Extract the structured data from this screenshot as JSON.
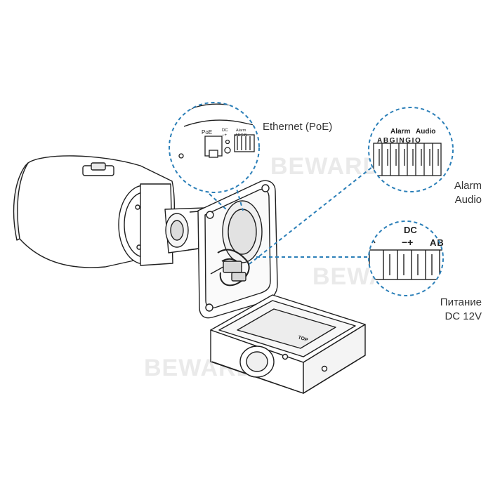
{
  "watermark": "BEWARD",
  "colors": {
    "line": "#1f1f1f",
    "callout": "#2b7fb8",
    "label": "#333333",
    "watermark": "#eaeaea"
  },
  "callouts": {
    "ethernet": {
      "label": "Ethernet (PoE)"
    },
    "alarm": {
      "line1": "Alarm",
      "line2": "Audio"
    },
    "power": {
      "line1": "Питание",
      "line2": "DC 12V"
    }
  },
  "zoom_ethernet": {
    "poe": "PoE",
    "dc": "DC",
    "dc_polarity": "−+",
    "alarm": "Alarm",
    "alarm_pins": "ABGIN"
  },
  "zoom_alarm": {
    "alarm": "Alarm",
    "audio": "Audio",
    "pins": "ABGINGIO"
  },
  "zoom_power": {
    "dc": "DC",
    "polarity": "−+",
    "pins": "AB"
  },
  "junction_box": {
    "top_mark": "TOP"
  },
  "icons": [
    "camera-body-illustration",
    "mount-arm-illustration",
    "junction-box-illustration",
    "terminal-block-illustration"
  ]
}
